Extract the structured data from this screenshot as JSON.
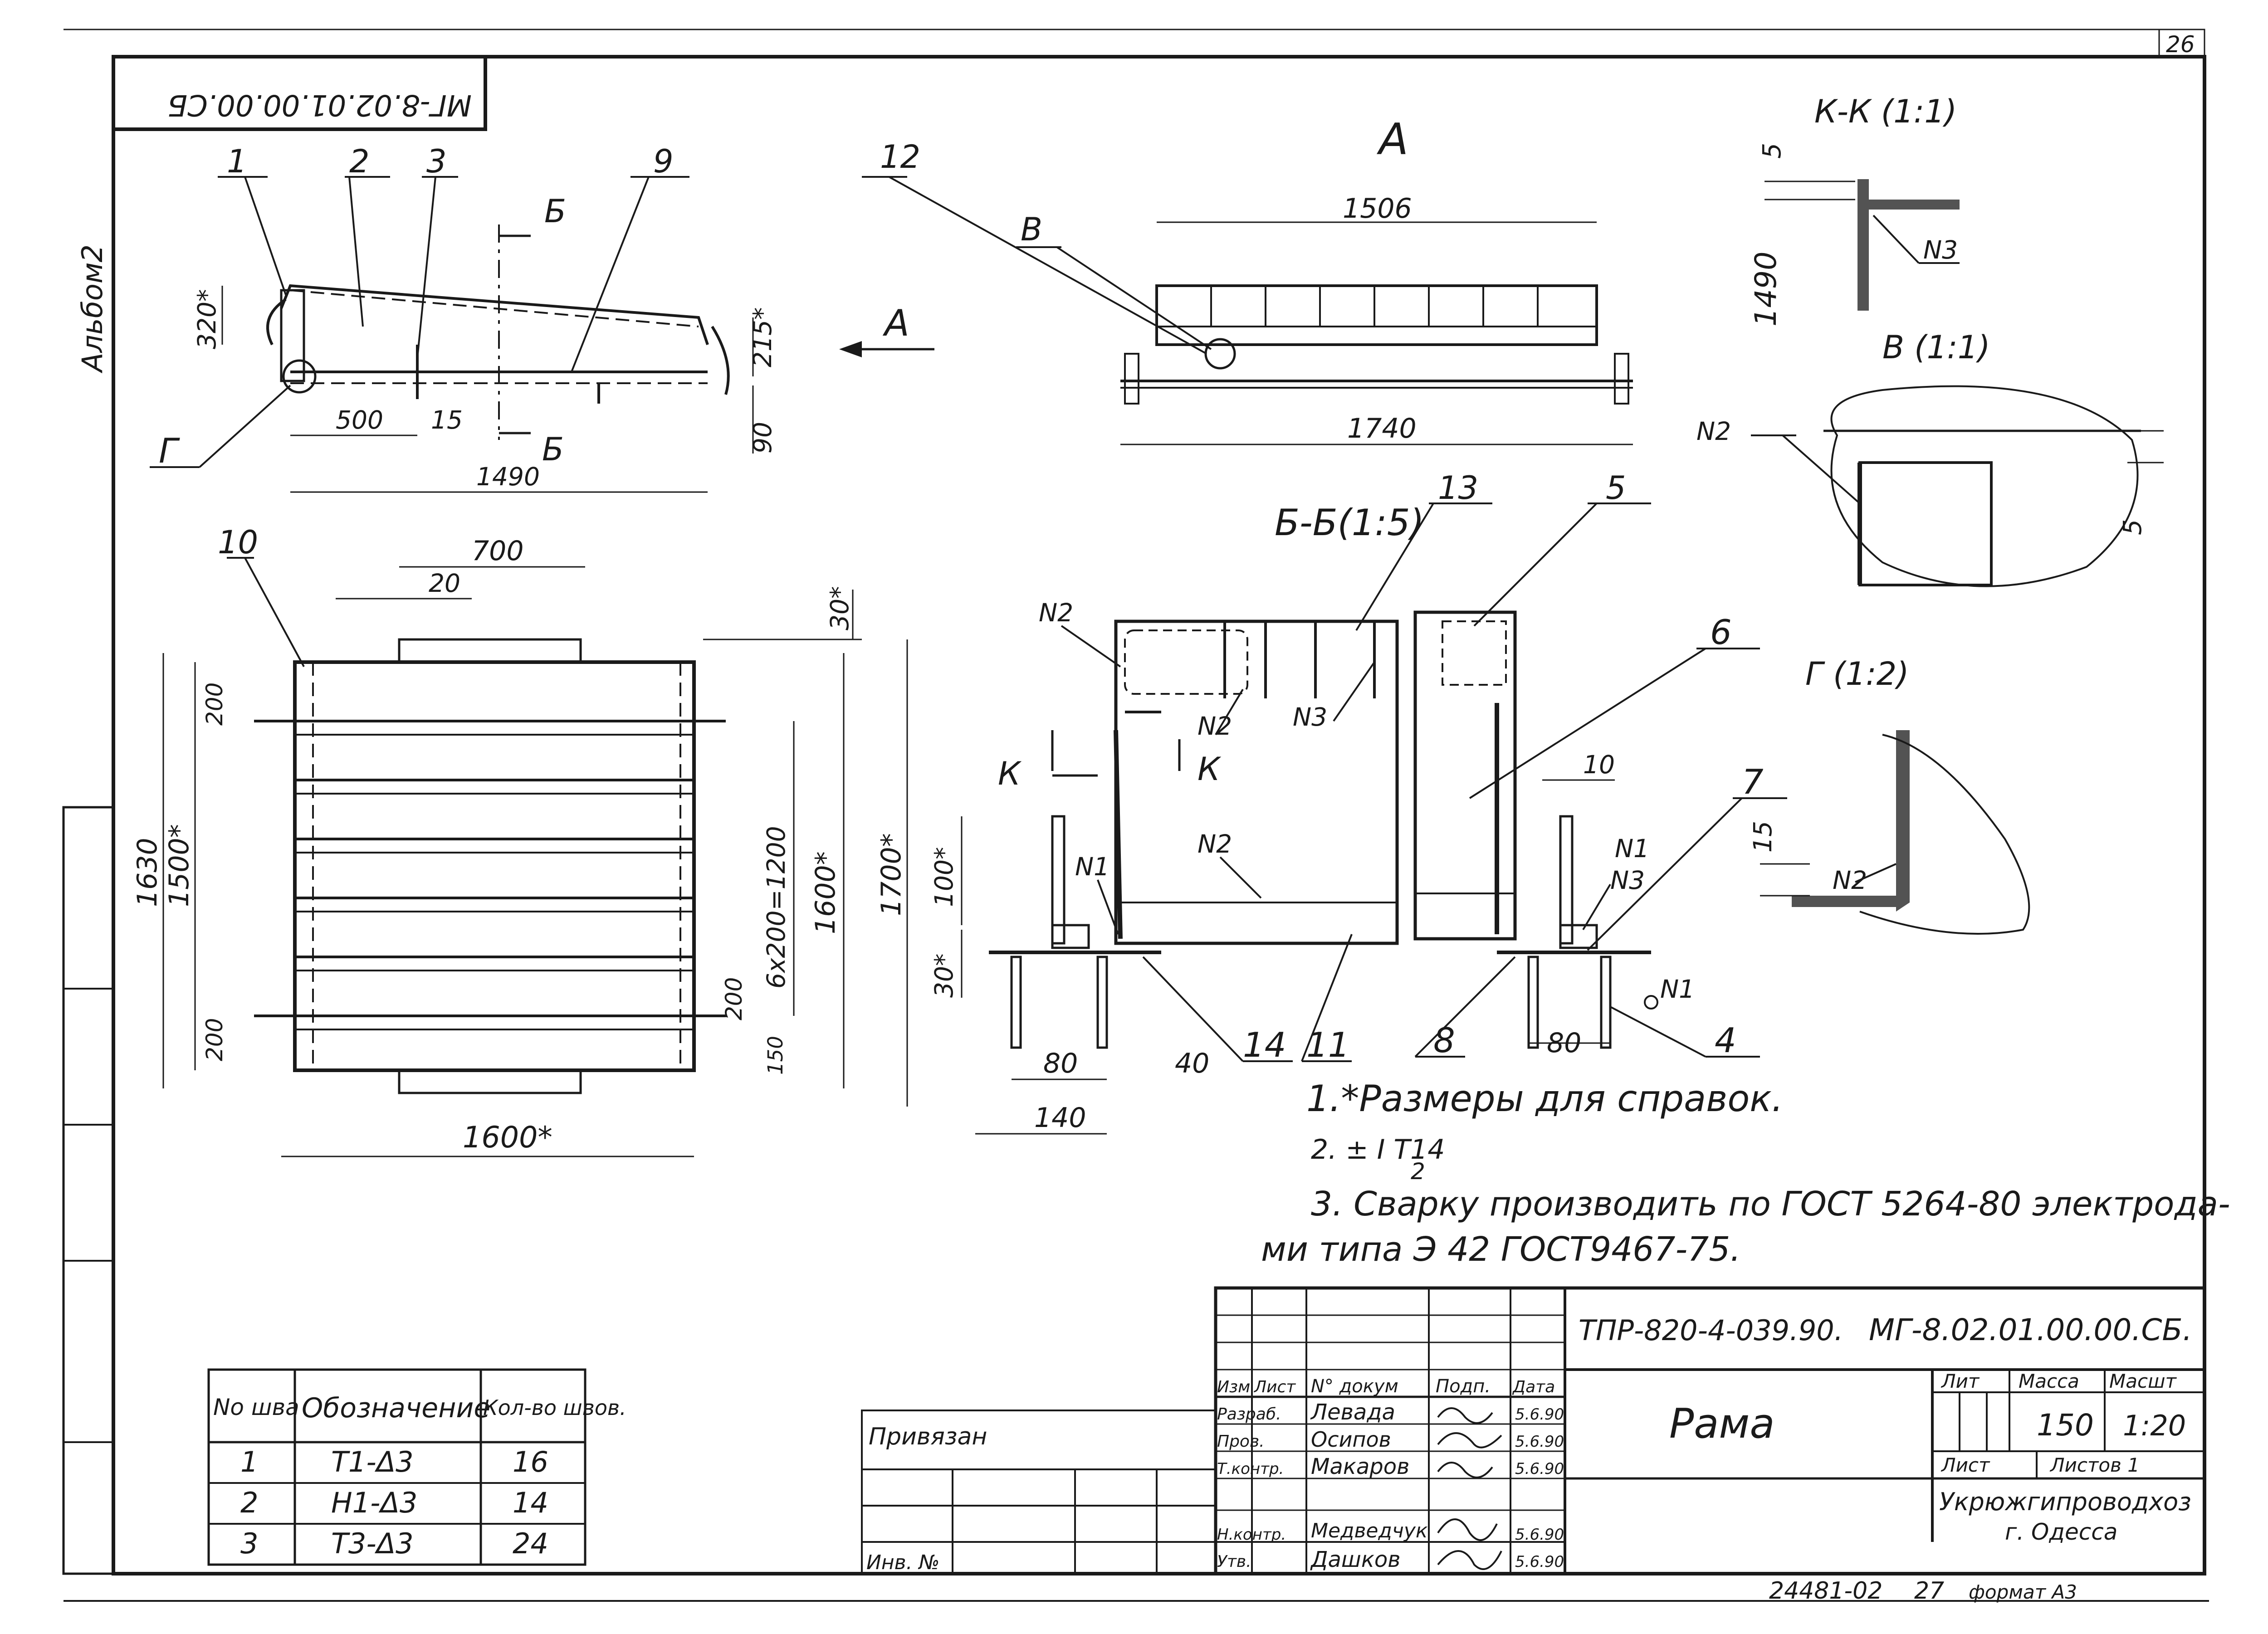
{
  "sheet": {
    "page_number": "26",
    "album_side": "Альбом2",
    "mirrored_code": "МГ-8.02.01.00.00.СБ"
  },
  "views": {
    "side": {
      "leaders": [
        "1",
        "2",
        "3",
        "9"
      ],
      "section_mark": "Б",
      "view_mark": "А",
      "detail_mark": "Г",
      "dims": [
        "320*",
        "215*",
        "90",
        "500",
        "15",
        "1490"
      ]
    },
    "view_a": {
      "title": "А",
      "leaders": [
        "12",
        "В"
      ],
      "dims": [
        "1506",
        "1740"
      ]
    },
    "kk": {
      "title": "К-К (1:1)",
      "dims": [
        "5",
        "1490"
      ],
      "weld": "N3"
    },
    "vv": {
      "title": "В (1:1)",
      "weld": "N2",
      "dims": [
        "5"
      ]
    },
    "plan": {
      "leaders": [
        "10"
      ],
      "dims": [
        "700",
        "20",
        "30*",
        "1630",
        "1500*",
        "200",
        "200",
        "6х200=1200",
        "1600*",
        "1700*",
        "200",
        "150",
        "1600*"
      ]
    },
    "bb": {
      "title": "Б-Б(1:5)",
      "leaders": [
        "13",
        "5",
        "6",
        "7",
        "4",
        "8",
        "14",
        "11"
      ],
      "welds": [
        "N2",
        "N2",
        "N3",
        "N2",
        "N1",
        "N1",
        "N3",
        "N1"
      ],
      "section_mark": "К",
      "dims": [
        "100*",
        "30*",
        "10",
        "80",
        "80",
        "40",
        "140"
      ]
    },
    "gg": {
      "title": "Г (1:2)",
      "weld": "N2",
      "dims": [
        "15"
      ]
    }
  },
  "notes": [
    "1.*Размеры для справок.",
    "2. ± I T14",
    "2",
    "3. Сварку производить по ГОСТ 5264-80 электрода-",
    "ми типа Э 42 ГОСТ9467-75."
  ],
  "weld_table": {
    "headers": [
      "No шва",
      "Обозначение",
      "Кол-во швов."
    ],
    "rows": [
      [
        "1",
        "Т1-Δ3",
        "16"
      ],
      [
        "2",
        "Н1-Δ3",
        "14"
      ],
      [
        "3",
        "Т3-Δ3",
        "24"
      ]
    ]
  },
  "binding": {
    "label": "Привязан",
    "inv_label": "Инв. №"
  },
  "title_block": {
    "project": "ТПР-820-4-039.90.",
    "drawing_code": "МГ-8.02.01.00.00.СБ.",
    "title": "Рама",
    "sign_headers": [
      "Изм",
      "Лист",
      "N° докум",
      "Подп.",
      "Дата"
    ],
    "signatures": [
      {
        "role": "Разраб.",
        "name": "Левада",
        "date": "5.6.90"
      },
      {
        "role": "Пров.",
        "name": "Осипов",
        "date": "5.6.90"
      },
      {
        "role": "Т.контр.",
        "name": "Макаров",
        "date": "5.6.90"
      },
      {
        "role": "Н.контр.",
        "name": "Медведчук",
        "date": "5.6.90"
      },
      {
        "role": "Утв.",
        "name": "Дашков",
        "date": "5.6.90"
      }
    ],
    "lit_label": "Лит",
    "mass_label": "Масса",
    "scale_label": "Масшт",
    "mass": "150",
    "scale": "1:20",
    "sheet_label": "Лист",
    "sheets_label": "Листов 1",
    "organization": "Укрюжгипроводхоз",
    "city": "г. Одесса",
    "archive_no": "24481-02",
    "archive_page": "27",
    "format": "формат А3"
  }
}
